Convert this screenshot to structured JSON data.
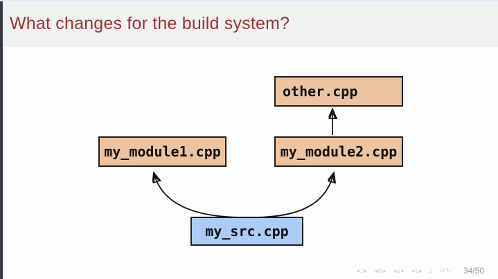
{
  "slide": {
    "title": "What changes for the build system?",
    "page_number": "34/50"
  },
  "diagram": {
    "nodes": {
      "other": {
        "label": "other.cpp"
      },
      "module1": {
        "label": "my_module1.cpp"
      },
      "module2": {
        "label": "my_module2.cpp"
      },
      "src": {
        "label": "my_src.cpp"
      }
    },
    "edges": [
      {
        "from": "my_src.cpp",
        "to": "my_module1.cpp"
      },
      {
        "from": "my_src.cpp",
        "to": "my_module2.cpp"
      },
      {
        "from": "my_module2.cpp",
        "to": "other.cpp"
      }
    ]
  },
  "nav": {
    "slide_group": "◂□▸",
    "frame_group": "◂⧉▸",
    "subsection_group": "◂≥▸",
    "section_group": "◂≥▸",
    "appendix_symbol": "≥",
    "back_forward": "↺↻"
  },
  "colors": {
    "title_text": "#9c3336",
    "titlebar_bg": "#f0f1f1",
    "content_bg": "#fdfdfd",
    "sidebar_strip": "#343945",
    "top_edge_line": "#ddecf7",
    "node_fill_tan": "#edc4a2",
    "node_fill_blue": "#accbf5",
    "node_border": "#1e1e1e",
    "arrow": "#141414",
    "node_text": "#111111",
    "page_number_text": "#979797",
    "nav_symbols": "#c9d1ea"
  }
}
